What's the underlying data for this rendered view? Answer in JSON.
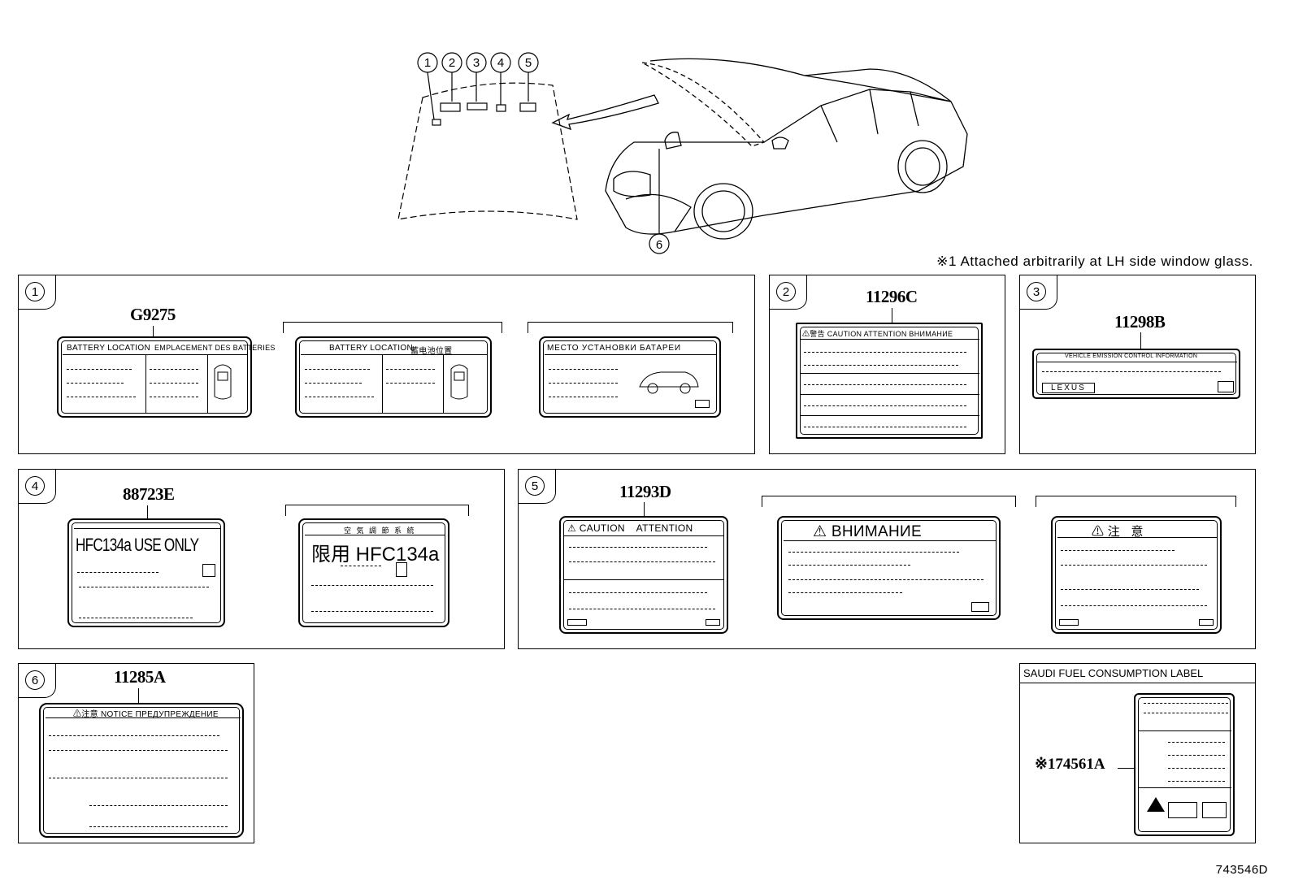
{
  "header_note": "※1 Attached arbitrarily at LH side window glass.",
  "drawing_id": "743546D",
  "top_callouts": [
    "1",
    "2",
    "3",
    "4",
    "5",
    "6"
  ],
  "panels": {
    "p1": {
      "index": "1",
      "part": "G9275",
      "label_a": {
        "left": "BATTERY LOCATION",
        "right": "EMPLACEMENT DES BATTERIES"
      },
      "label_b": {
        "left": "BATTERY LOCATION",
        "right": "蓄电池位置"
      },
      "label_c": {
        "title": "МЕСТО УСТАНОВКИ БАТАРЕИ"
      }
    },
    "p2": {
      "index": "2",
      "part": "11296C",
      "header": "⚠警告 CAUTION ATTENTION ВНИМАНИЕ"
    },
    "p3": {
      "index": "3",
      "part": "11298B",
      "header": "VEHICLE EMISSION CONTROL INFORMATION",
      "logo": "LEXUS"
    },
    "p4": {
      "index": "4",
      "part": "88723E",
      "label_a": "HFC134a USE ONLY",
      "label_b_head": "空 気 調 節 系 統",
      "label_b": "限用 HFC134a"
    },
    "p5": {
      "index": "5",
      "part": "11293D",
      "label_a": "⚠ CAUTION    ATTENTION",
      "label_b": "⚠ ВНИМАНИЕ",
      "label_c": "⚠ 注   意"
    },
    "p6": {
      "index": "6",
      "part": "11285A",
      "header": "⚠注意 NOTICE ПРЕДУПРЕЖДЕНИЕ"
    },
    "saudi": {
      "title": "SAUDI FUEL CONSUMPTION LABEL",
      "part": "※174561A"
    }
  }
}
